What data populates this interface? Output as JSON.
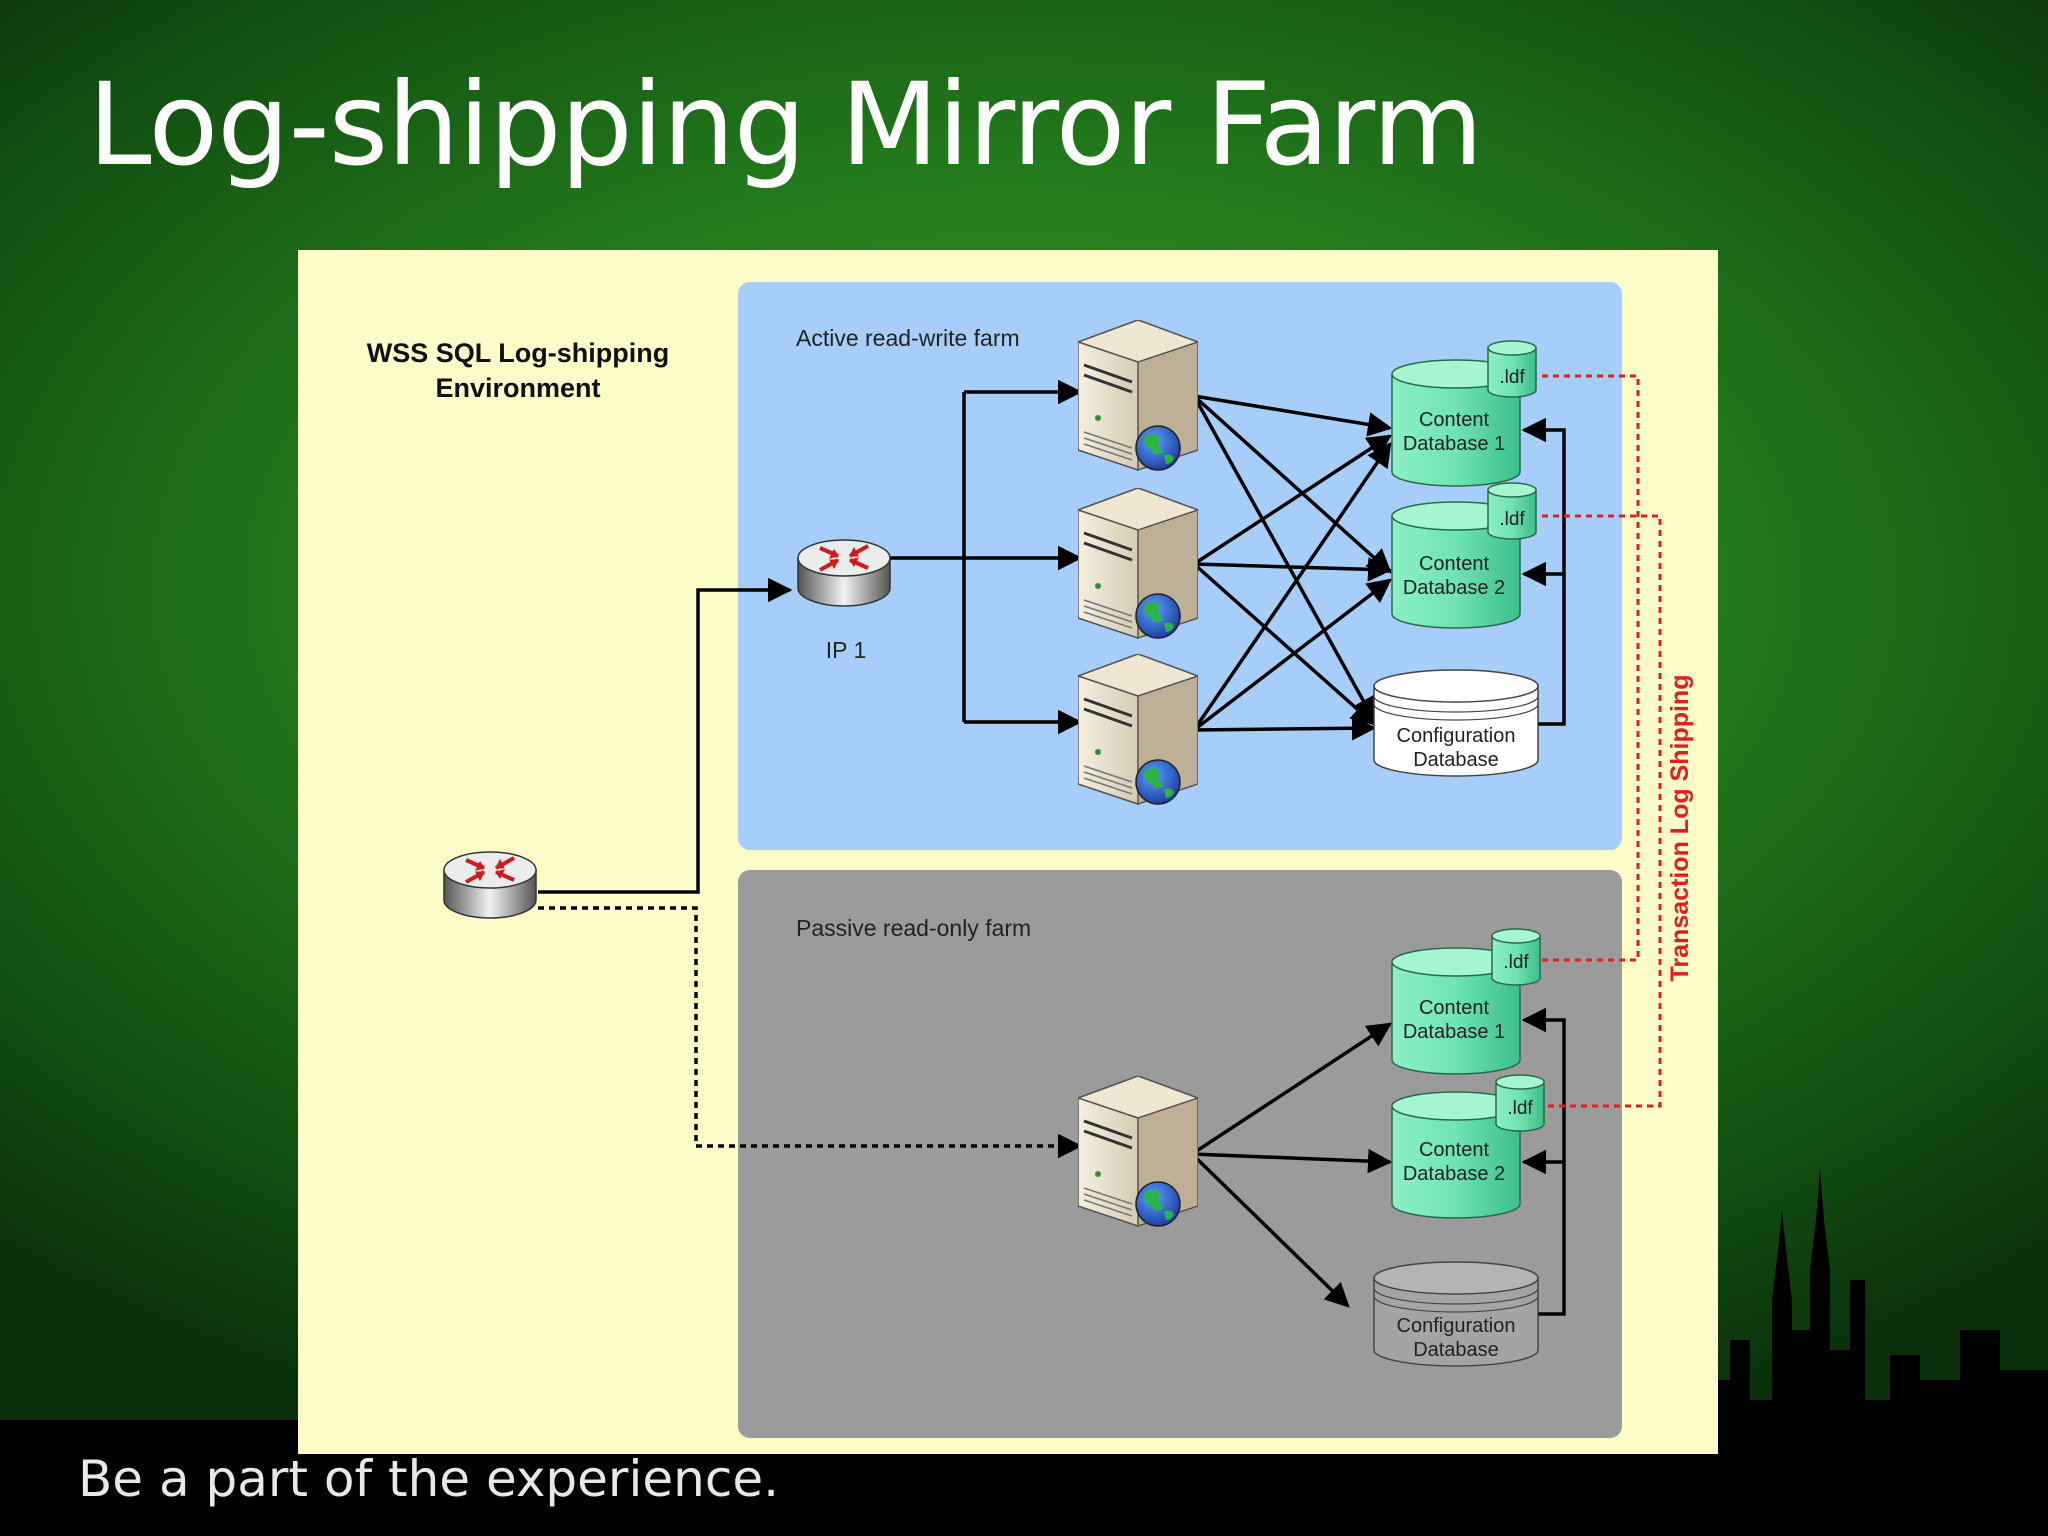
{
  "slide": {
    "title": "Log-shipping Mirror Farm",
    "tagline": "Be a part of the experience."
  },
  "diagram": {
    "heading_line1": "WSS SQL Log-shipping",
    "heading_line2": "Environment",
    "active_farm_label": "Active read-write farm",
    "passive_farm_label": "Passive read-only farm",
    "ip_label": "IP 1",
    "ldf_label": ".ldf",
    "content_db_line1": "Content",
    "content_db1_line2": "Database 1",
    "content_db2_line2": "Database 2",
    "config_db_line1": "Configuration",
    "config_db_line2": "Database",
    "log_shipping_label": "Transaction Log Shipping"
  },
  "colors": {
    "active_farm": "#a7cdfa",
    "passive_farm": "#9b9b9b",
    "panel": "#fefcc8",
    "database_green": "#6fe3b2",
    "log_shipping_red": "#e02020"
  }
}
